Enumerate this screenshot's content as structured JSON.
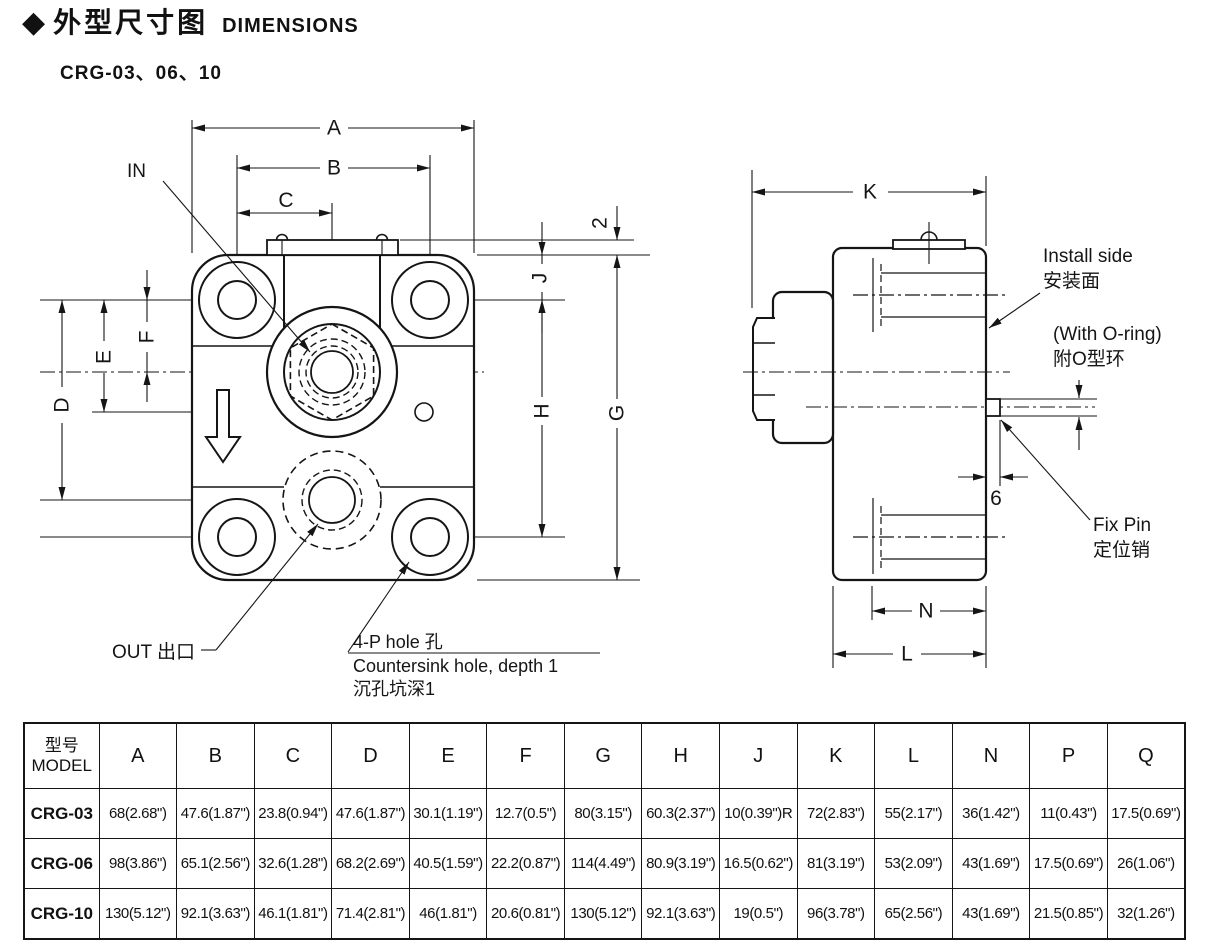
{
  "header": {
    "bullet": "◆",
    "title_zh": "外型尺寸图",
    "title_en": "DIMENSIONS",
    "subtitle": "CRG-03、06、10"
  },
  "front_view": {
    "dim_labels": {
      "a": "A",
      "b": "B",
      "c": "C",
      "d": "D",
      "e": "E",
      "f": "F",
      "j": "J",
      "h": "H",
      "g": "G",
      "two": "2"
    },
    "in_label": "IN",
    "out_label": "OUT 出口",
    "hole_note_1": "4-P hole 孔",
    "hole_note_2": "Countersink hole, depth 1",
    "hole_note_3": "沉孔坑深1"
  },
  "side_view": {
    "dim_labels": {
      "k": "K",
      "n": "N",
      "l": "L",
      "six": "6"
    },
    "install_side_en": "Install side",
    "install_side_zh": "安装面",
    "oring_en": "(With O-ring)",
    "oring_zh": "附O型环",
    "fix_pin_en": "Fix Pin",
    "fix_pin_zh": "定位销"
  },
  "table": {
    "header": {
      "model_zh": "型号",
      "model_en": "MODEL",
      "cols": [
        "A",
        "B",
        "C",
        "D",
        "E",
        "F",
        "G",
        "H",
        "J",
        "K",
        "L",
        "N",
        "P",
        "Q"
      ]
    },
    "rows": [
      {
        "model": "CRG-03",
        "values": [
          "68(2.68\")",
          "47.6(1.87\")",
          "23.8(0.94\")",
          "47.6(1.87\")",
          "30.1(1.19\")",
          "12.7(0.5\")",
          "80(3.15\")",
          "60.3(2.37\")",
          "10(0.39\")R",
          "72(2.83\")",
          "55(2.17\")",
          "36(1.42\")",
          "11(0.43\")",
          "17.5(0.69\")"
        ]
      },
      {
        "model": "CRG-06",
        "values": [
          "98(3.86\")",
          "65.1(2.56\")",
          "32.6(1.28\")",
          "68.2(2.69\")",
          "40.5(1.59\")",
          "22.2(0.87\")",
          "114(4.49\")",
          "80.9(3.19\")",
          "16.5(0.62\")",
          "81(3.19\")",
          "53(2.09\")",
          "43(1.69\")",
          "17.5(0.69\")",
          "26(1.06\")"
        ]
      },
      {
        "model": "CRG-10",
        "values": [
          "130(5.12\")",
          "92.1(3.63\")",
          "46.1(1.81\")",
          "71.4(2.81\")",
          "46(1.81\")",
          "20.6(0.81\")",
          "130(5.12\")",
          "92.1(3.63\")",
          "19(0.5\")",
          "96(3.78\")",
          "65(2.56\")",
          "43(1.69\")",
          "21.5(0.85\")",
          "32(1.26\")"
        ]
      }
    ]
  }
}
